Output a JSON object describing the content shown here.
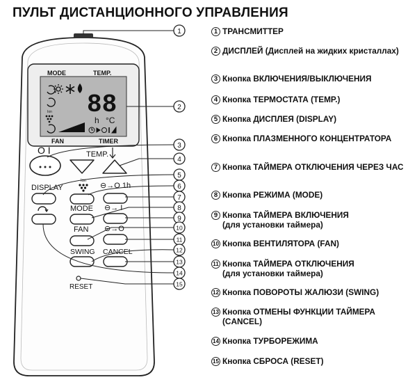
{
  "title": "ПУЛЬТ ДИСТАНЦИОННОГО УПРАВЛЕНИЯ",
  "remote": {
    "lcd_mode": "MODE",
    "lcd_temp": "TEMP.",
    "lcd_fan": "FAN",
    "lcd_timer": "TIMER",
    "lcd_digits": "88",
    "lcd_h": "h",
    "lcd_celsius": "°C",
    "lcd_ion": "Ion",
    "onoff_symbol": "O I",
    "temp_label": "TEMP.",
    "display_label": "DISPLAY",
    "ion_label": "Ion",
    "timer_off_label": "⊖→O 1h",
    "mode_label": "MODE",
    "timer_on_label": "⊖→ I",
    "fan_label": "FAN",
    "timer_set_label": "⊖→O",
    "swing_label": "SWING",
    "cancel_label": "CANCEL",
    "reset_label": "RESET"
  },
  "callouts": [
    "1",
    "2",
    "3",
    "4",
    "5",
    "6",
    "7",
    "8",
    "9",
    "10",
    "11",
    "12",
    "13",
    "14",
    "15"
  ],
  "legend": [
    {
      "num": "1",
      "text": "ТРАНСМИТТЕР",
      "sub": ""
    },
    {
      "num": "2",
      "text": "ДИСПЛЕЙ (Дисплей на жидких кристаллах)",
      "sub": ""
    },
    {
      "num": "3",
      "text": "Кнопка ВКЛЮЧЕНИЯ/ВЫКЛЮЧЕНИЯ",
      "sub": ""
    },
    {
      "num": "4",
      "text": "Кнопка ТЕРМОСТАТА (TEMP.)",
      "sub": ""
    },
    {
      "num": "5",
      "text": "Кнопка ДИСПЛЕЯ (DISPLAY)",
      "sub": ""
    },
    {
      "num": "6",
      "text": "Кнопка ПЛАЗМЕННОГО КОНЦЕНТРАТОРА",
      "sub": ""
    },
    {
      "num": "7",
      "text": "Кнопка ТАЙМЕРА ОТКЛЮЧЕНИЯ ЧЕРЕЗ ЧАС",
      "sub": ""
    },
    {
      "num": "8",
      "text": "Кнопка РЕЖИМА (MODE)",
      "sub": ""
    },
    {
      "num": "9",
      "text": "Кнопка ТАЙМЕРА ВКЛЮЧЕНИЯ",
      "sub": "(для установки таймера)"
    },
    {
      "num": "10",
      "text": "Кнопка ВЕНТИЛЯТОРА (FAN)",
      "sub": ""
    },
    {
      "num": "11",
      "text": "Кнопка ТАЙМЕРА ОТКЛЮЧЕНИЯ",
      "sub": "(для установки таймера)"
    },
    {
      "num": "12",
      "text": "Кнопка ПОВОРОТЫ ЖАЛЮЗИ (SWING)",
      "sub": ""
    },
    {
      "num": "13",
      "text": "Кнопка ОТМЕНЫ ФУНКЦИИ ТАЙМЕРА (CANCEL)",
      "sub": ""
    },
    {
      "num": "14",
      "text": "Кнопка ТУРБОРЕЖИМА",
      "sub": ""
    },
    {
      "num": "15",
      "text": "Кнопка СБРОСА (RESET)",
      "sub": ""
    }
  ]
}
